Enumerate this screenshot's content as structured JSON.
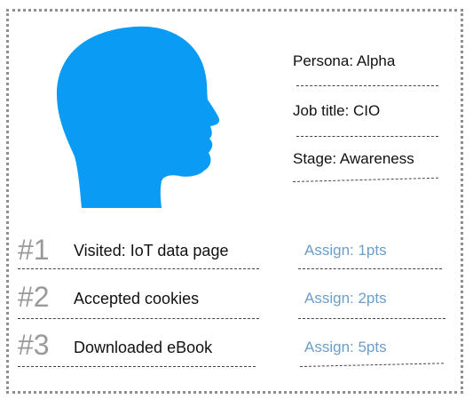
{
  "persona": {
    "name_line": "Persona: Alpha",
    "job_title_line": "Job title: CIO",
    "stage_line": "Stage: Awareness",
    "avatar_icon": "human-head-silhouette-icon",
    "avatar_color": "#0a9bf5"
  },
  "activities": [
    {
      "number": "#1",
      "text": "Visited: IoT data page",
      "assign": "Assign: 1pts"
    },
    {
      "number": "#2",
      "text": "Accepted cookies",
      "assign": "Assign: 2pts"
    },
    {
      "number": "#3",
      "text": "Downloaded eBook",
      "assign": "Assign: 5pts"
    }
  ],
  "colors": {
    "border": "#8f8f8f",
    "number": "#9a9a9a",
    "assign": "#6b9ec9"
  }
}
